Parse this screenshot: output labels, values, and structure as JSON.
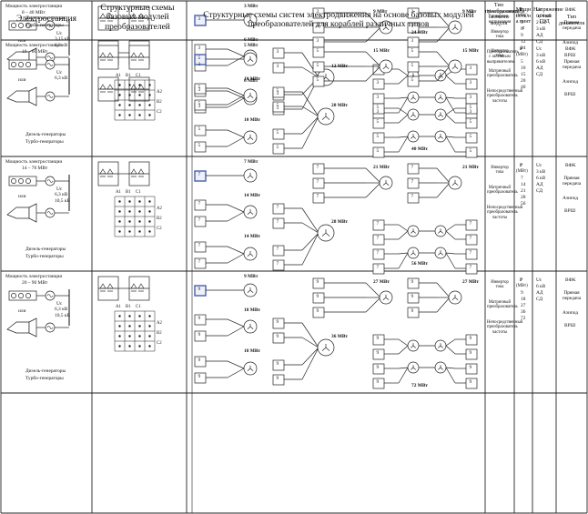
{
  "header": {
    "col_station": "Электростанция",
    "col_modules": "Структурные схемы базовых модулей преобразователей",
    "col_schemes": "Структурные схемы систем электродвижения на основе базовых модулей преобразователей для кораблей различных типов",
    "col_conv_type": "Тип преобразователя базового модуля",
    "col_power": "Мощность на винте",
    "col_voltage": "Напряжение и тип ГЭД",
    "col_motor": "Тип движителя"
  },
  "common": {
    "or_label": "или",
    "diesel_label": "Дизель-генераторы",
    "turbo_label": "Турбо-генераторы",
    "power_col_head": "P",
    "power_unit": "(МВт)",
    "prop1": "ВФК",
    "prop2": "Прямая передача",
    "prop3": "Азипод",
    "prop4": "ВРШ"
  },
  "rows": [
    {
      "station_title": "Мощность электростанции",
      "station_range": "8 – 40 МВт",
      "uc_label": "Uc",
      "uc_values": [
        "3,15 кВ",
        "6,3 кВ"
      ],
      "module_num": "3",
      "p1": "3 МВт",
      "p2": "6 МВт",
      "p3": "6 МВт",
      "p4": "12 МВт",
      "p5": "9 МВт",
      "p6": "9 МВт",
      "p7": "24 МВт",
      "conv_types": [
        "Многоуровневый инвертор напряжения",
        "Инвертор тока",
        "Преобразователь с активным выпрямителем"
      ],
      "powers": [
        "3",
        "6",
        "9",
        "12",
        "24"
      ],
      "voltage_lines": [
        "Uc",
        "0,96 кВ",
        "2 кВ",
        "3 кВ",
        "АД",
        "СД"
      ]
    },
    {
      "station_title": "Мощность электростанции",
      "station_range": "10 – 60 МВт",
      "uc_label": "Uc",
      "uc_values": [
        "6,3 кВ"
      ],
      "module_num": "5",
      "p1": "5 МВт",
      "p2": "10 МВт",
      "p3": "10 МВт",
      "p4": "20 МВт",
      "p5": "15 МВт",
      "p6": "15 МВт",
      "p7": "40 МВт",
      "conv_types": [
        "Инвертор тока",
        "Матричный преобразователь",
        "Непосредственный преобразователь частоты"
      ],
      "powers": [
        "5",
        "10",
        "15",
        "20",
        "40"
      ],
      "voltage_lines": [
        "Uc",
        "3 кВ",
        "6 кВ",
        "АД",
        "СД"
      ]
    },
    {
      "station_title": "Мощность электростанции",
      "station_range": "14 – 70 МВт",
      "uc_label": "Uc",
      "uc_values": [
        "6,3 кВ",
        "10,5 кВ"
      ],
      "module_num": "7",
      "p1": "7 МВт",
      "p2": "14 МВт",
      "p3": "14 МВт",
      "p4": "28 МВт",
      "p5": "21 МВт",
      "p6": "21 МВт",
      "p7": "56 МВт",
      "conv_types": [
        "Инвертор тока",
        "Матричный преобразователь",
        "Непосредственный преобразователь частоты"
      ],
      "powers": [
        "7",
        "14",
        "21",
        "28",
        "56"
      ],
      "voltage_lines": [
        "Uc",
        "3 кВ",
        "6 кВ",
        "АД",
        "СД"
      ]
    },
    {
      "station_title": "Мощность электростанции",
      "station_range": "20 – 90 МВт",
      "uc_label": "Uc",
      "uc_values": [
        "6,3 кВ",
        "10,5 кВ"
      ],
      "module_num": "9",
      "p1": "9 МВт",
      "p2": "18 МВт",
      "p3": "18 МВт",
      "p4": "36 МВт",
      "p5": "27 МВт",
      "p6": "27 МВт",
      "p7": "72 МВт",
      "conv_types": [
        "Инвертор тока",
        "Матричный преобразователь",
        "Непосредственный преобразователь частоты"
      ],
      "powers": [
        "9",
        "18",
        "27",
        "36",
        "72"
      ],
      "voltage_lines": [
        "Uc",
        "6 кВ",
        "АД",
        "СД"
      ]
    }
  ],
  "matrix_labels": {
    "a": [
      "A1",
      "B1",
      "C1"
    ],
    "b": [
      "A2",
      "B2",
      "C2"
    ]
  }
}
